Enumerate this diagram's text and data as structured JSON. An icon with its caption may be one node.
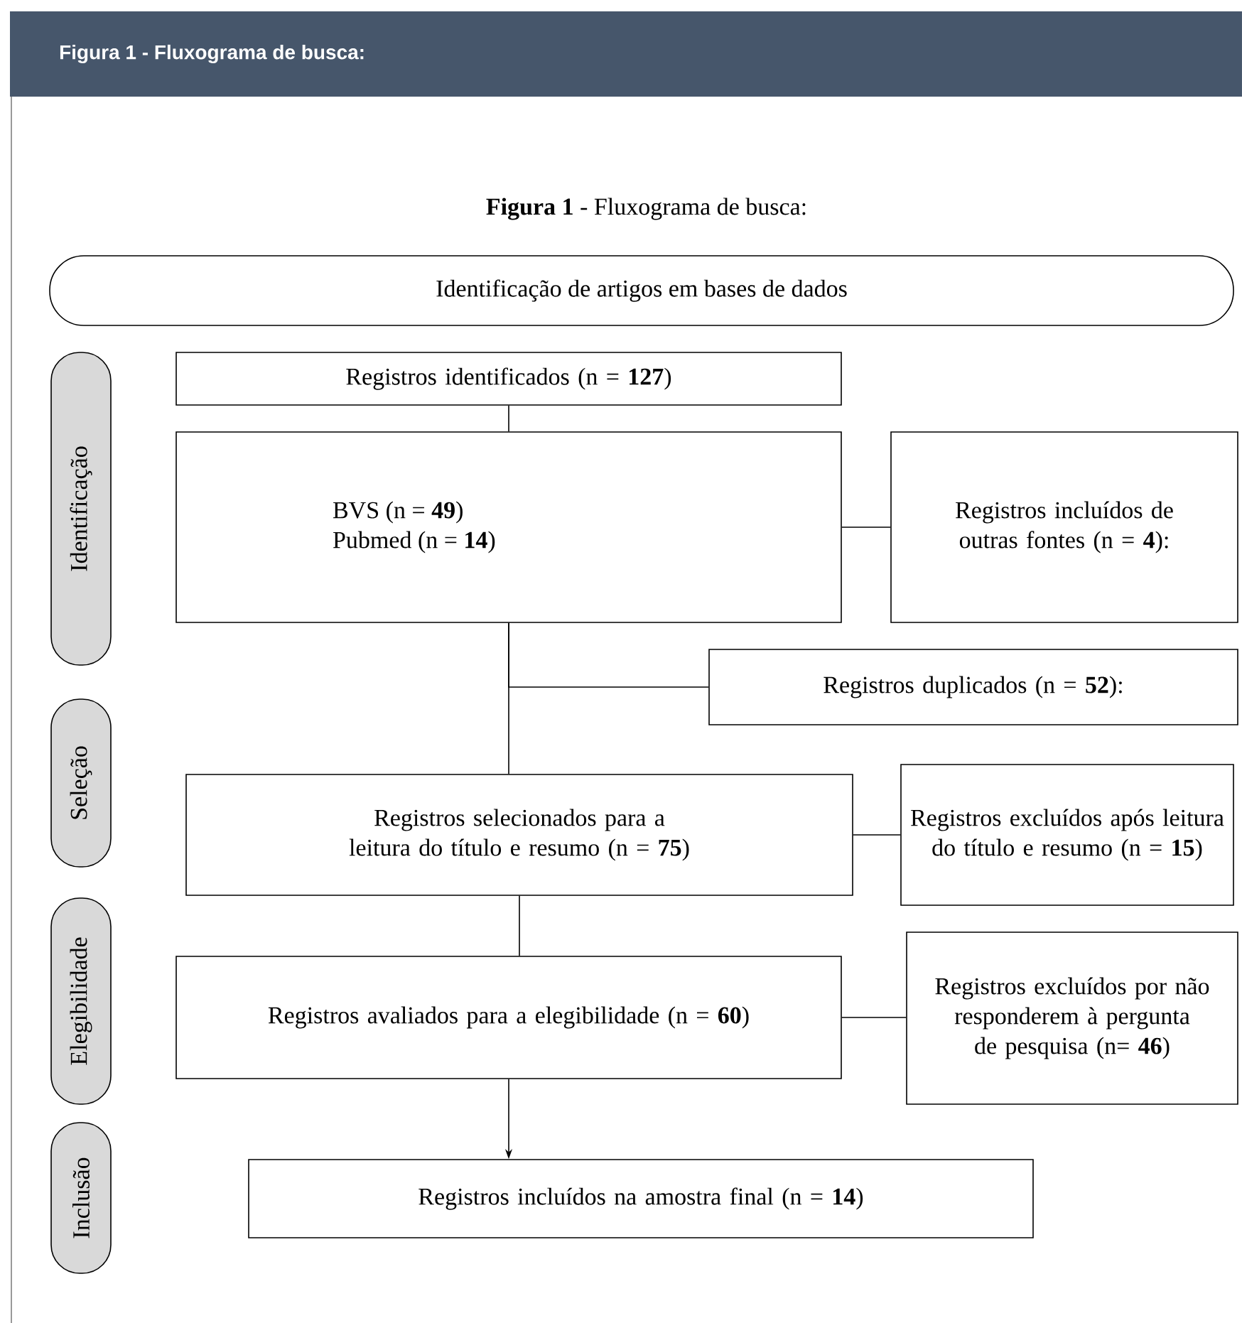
{
  "diagram": {
    "title": "Figura 1 - Fluxograma de busca:",
    "nodes": [
      {
        "text": [
          "Identificação de artigos em bases de dados"
        ]
      },
      {
        "text": [
          "Identificação"
        ]
      },
      {
        "text": [
          "Registros identificados (n = **127**)"
        ]
      },
      {
        "text": [
          "BVS (n = **49**)",
          "Pubmed (n = **14**)"
        ]
      },
      {
        "text": [
          "Registros incluídos de outras fontes (n = **4**):"
        ]
      },
      {
        "text": [
          "Registros duplicados (n = **52**):"
        ]
      },
      {
        "text": [
          "Seleção"
        ]
      },
      {
        "text": [
          "Registros selecionados para a leitura do título e resumo (n = **75**)"
        ]
      },
      {
        "text": [
          "Registros excluídos após leitura do título e resumo (n = **15**)"
        ]
      },
      {
        "text": [
          "Elegibilidade"
        ]
      },
      {
        "text": [
          "Registros avaliados para a elegibilidade (n = **60**)"
        ]
      },
      {
        "text": [
          "Registros excluídos por não responderem à pergunta de pesquisa (n= **46**)"
        ]
      },
      {
        "text": [
          "Inclusão"
        ]
      },
      {
        "text": [
          "Registros incluídos na amostra final (n = **14**)"
        ]
      }
    ],
    "edges": [
      {
        "from": 2,
        "to": 3,
        "arrow": "none"
      },
      {
        "from": 3,
        "to": 4,
        "arrow": "none"
      },
      {
        "from": 3,
        "to": 5,
        "arrow": "none"
      },
      {
        "from": 3,
        "to": 7,
        "arrow": "none"
      },
      {
        "from": 7,
        "to": 8,
        "arrow": "none"
      },
      {
        "from": 7,
        "to": 10,
        "arrow": "none"
      },
      {
        "from": 10,
        "to": 11,
        "arrow": "none"
      },
      {
        "from": 10,
        "to": 13,
        "arrow": "to"
      }
    ],
    "labels": [
      "**Figura 1** - Fluxograma de busca:"
    ]
  }
}
